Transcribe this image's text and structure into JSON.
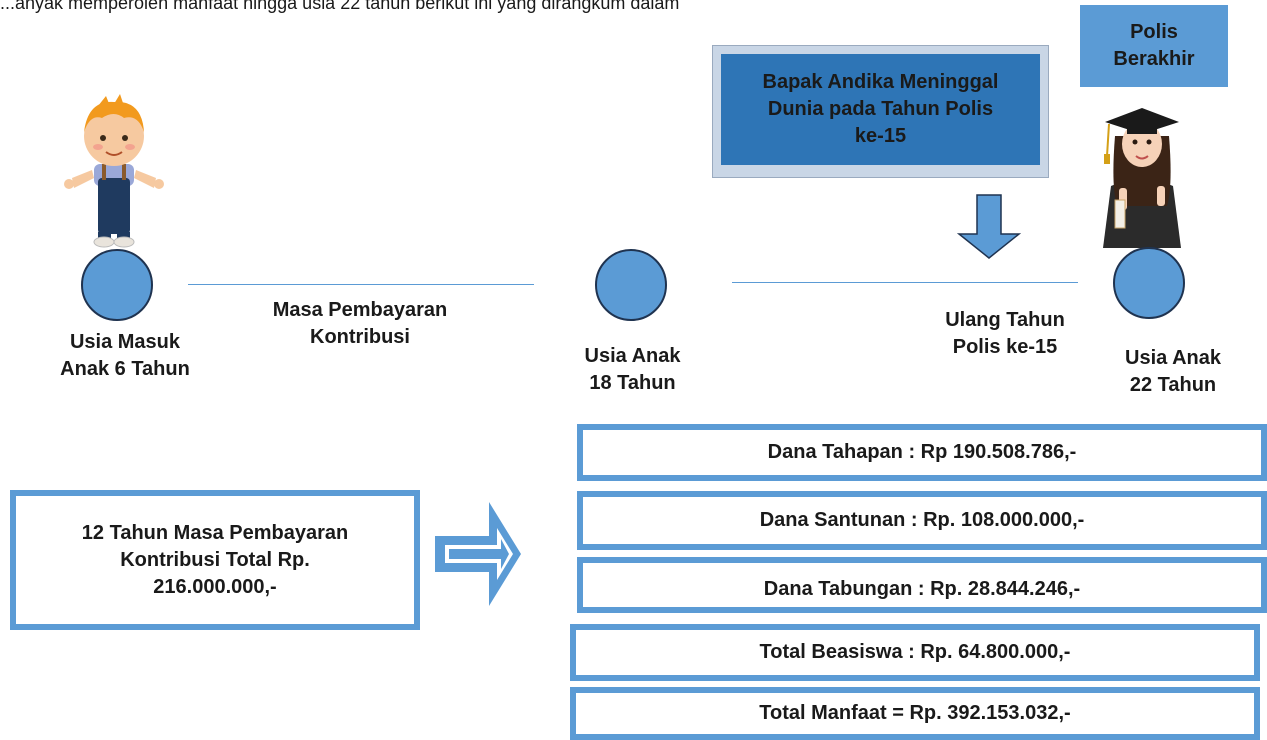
{
  "top_caption": "...anyak memperoleh manfaat hingga usia 22 tahun berikut ini yang dirangkum dalam",
  "nodes": {
    "start": {
      "label_line1": "Usia Masuk",
      "label_line2": "Anak 6 Tahun"
    },
    "middle": {
      "label_line1": "Usia Anak",
      "label_line2": "18 Tahun"
    },
    "end": {
      "label_line1": "Usia Anak",
      "label_line2": "22 Tahun"
    }
  },
  "segment_labels": {
    "payment_period_line1": "Masa Pembayaran",
    "payment_period_line2": "Kontribusi",
    "anniversary_line1": "Ulang Tahun",
    "anniversary_line2": "Polis ke-15"
  },
  "event_box": {
    "line1": "Bapak Andika Meninggal",
    "line2": "Dunia pada Tahun Polis",
    "line3": "ke-15"
  },
  "policy_end_box": {
    "line1": "Polis",
    "line2": "Berakhir"
  },
  "summary_box": {
    "line1": "12 Tahun Masa Pembayaran",
    "line2": "Kontribusi Total Rp.",
    "line3": "216.000.000,-"
  },
  "benefits": [
    "Dana Tahapan : Rp 190.508.786,-",
    "Dana Santunan : Rp. 108.000.000,-",
    "Dana Tabungan : Rp. 28.844.246,-",
    "Total Beasiswa : Rp. 64.800.000,-",
    "Total Manfaat = Rp. 392.153.032,-"
  ],
  "colors": {
    "accent_blue": "#5b9bd5",
    "event_box_blue": "#2e75b6",
    "policy_box_blue": "#5b9bd5"
  }
}
